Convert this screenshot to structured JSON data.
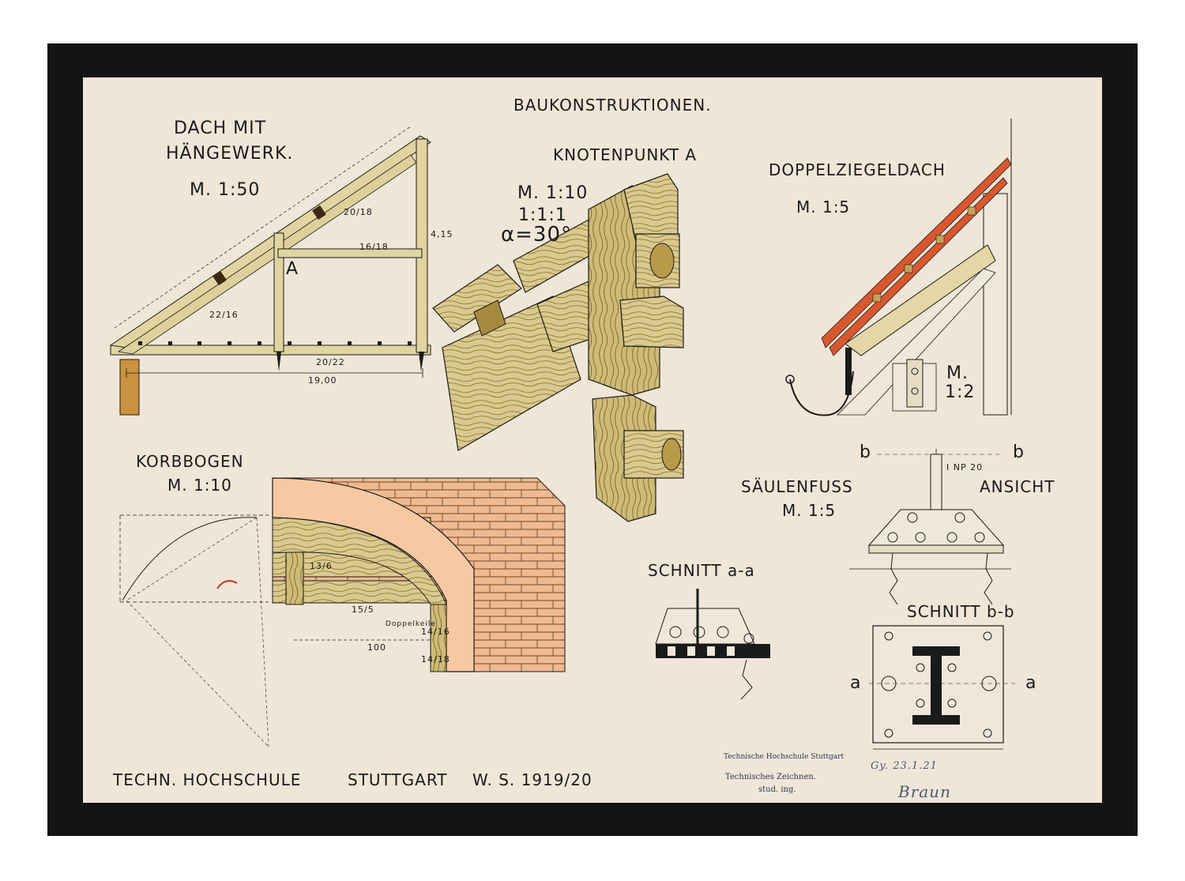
{
  "sheet": {
    "title": "BAUKONSTRUKTIONEN.",
    "footer_left": "TECHN. HOCHSCHULE",
    "footer_mid": "STUTTGART",
    "footer_date": "W. S. 1919/20"
  },
  "roof": {
    "title_line1": "DACH MIT",
    "title_line2": "HÄNGEWERK.",
    "scale": "M. 1:50",
    "marker": "A",
    "dim_span": "19,00",
    "dim_rafter_a": "22/16",
    "dim_rafter_b": "20/18",
    "dim_bar": "16/18",
    "dim_tie": "20/22",
    "dim_height": "4,15"
  },
  "node": {
    "title": "KNOTENPUNKT A",
    "scale": "M. 1:10",
    "ratio": "1:1:1",
    "angle": "α=30°"
  },
  "tileroof": {
    "title": "DOPPELZIEGELDACH",
    "scale": "M. 1:5",
    "detail_scale_line1": "M.",
    "detail_scale_line2": "1:2"
  },
  "arch": {
    "title": "KORBBOGEN",
    "scale": "M. 1:10",
    "dim_a": "13/6",
    "dim_b": "15/5",
    "dim_c": "14/16",
    "dim_d": "14/18",
    "dim_span": "100",
    "note": "Doppelkeile"
  },
  "column": {
    "title": "SÄULENFUSS",
    "scale": "M. 1:5",
    "view": "ANSICHT",
    "marker": "b",
    "marker_right": "b",
    "section_aa": "SCHNITT a-a",
    "section_bb": "SCHNITT b-b",
    "marker_a": "a",
    "marker_a_right": "a",
    "profile": "I NP 20"
  },
  "stamp": {
    "line1": "Technische Hochschule Stuttgart",
    "line2": "Technisches Zeichnen.",
    "line3": "stud. ing."
  },
  "signature": {
    "note": "Gy. 23.1.21",
    "name": "Braun"
  },
  "colors": {
    "frame": "#141414",
    "paper": "#f0e6d8",
    "wood": "#d9c98e",
    "wood_dark": "#b89a4a",
    "brick": "#f1b98f",
    "tile": "#d9572f",
    "ink": "#1a1a1a"
  }
}
